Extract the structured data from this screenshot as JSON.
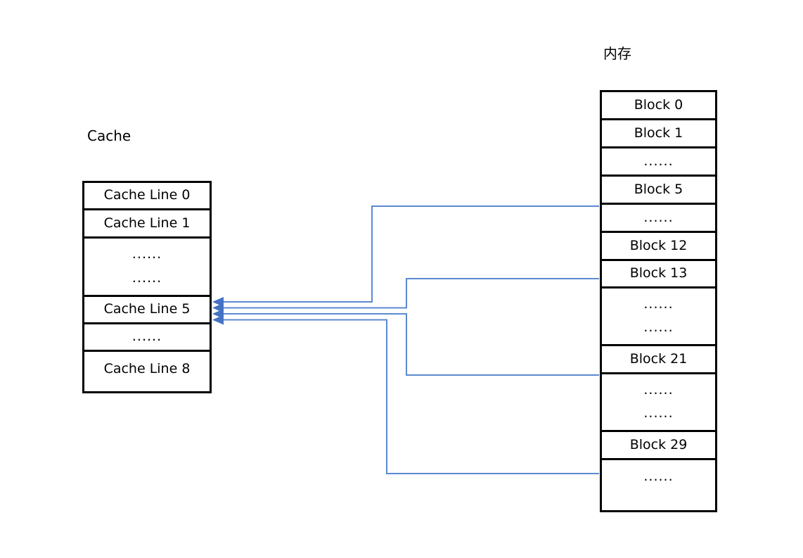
{
  "cache": {
    "title": "Cache",
    "rows": [
      {
        "label": "Cache Line 0",
        "kind": "block"
      },
      {
        "label": "Cache Line 1",
        "kind": "block"
      },
      {
        "label": "......",
        "label2": "......",
        "kind": "ellipsis-tall"
      },
      {
        "label": "Cache Line 5",
        "kind": "block"
      },
      {
        "label": "......",
        "kind": "ellipsis"
      },
      {
        "label": "Cache Line 8",
        "kind": "block"
      }
    ]
  },
  "memory": {
    "title": "内存",
    "rows": [
      {
        "label": "Block 0",
        "kind": "block"
      },
      {
        "label": "Block 1",
        "kind": "block"
      },
      {
        "label": "......",
        "kind": "ellipsis"
      },
      {
        "label": "Block 5",
        "kind": "block"
      },
      {
        "label": "......",
        "kind": "ellipsis"
      },
      {
        "label": "Block 12",
        "kind": "block"
      },
      {
        "label": "Block 13",
        "kind": "block"
      },
      {
        "label": "......",
        "label2": "......",
        "kind": "ellipsis-tall"
      },
      {
        "label": "Block 21",
        "kind": "block"
      },
      {
        "label": "......",
        "label2": "......",
        "kind": "ellipsis-tall"
      },
      {
        "label": "Block 29",
        "kind": "block"
      },
      {
        "label": "......",
        "kind": "ellipsis"
      }
    ]
  },
  "connections": [
    {
      "from": "Block 5",
      "to": "Cache Line 5"
    },
    {
      "from": "Block 13",
      "to": "Cache Line 5"
    },
    {
      "from": "Block 21",
      "to": "Cache Line 5"
    },
    {
      "from": "Block 29",
      "to": "Cache Line 5"
    }
  ],
  "colors": {
    "wire": "#5B89D0",
    "arrow": "#4472C4",
    "border": "#000000",
    "text": "#000000",
    "background": "#FFFFFF"
  }
}
